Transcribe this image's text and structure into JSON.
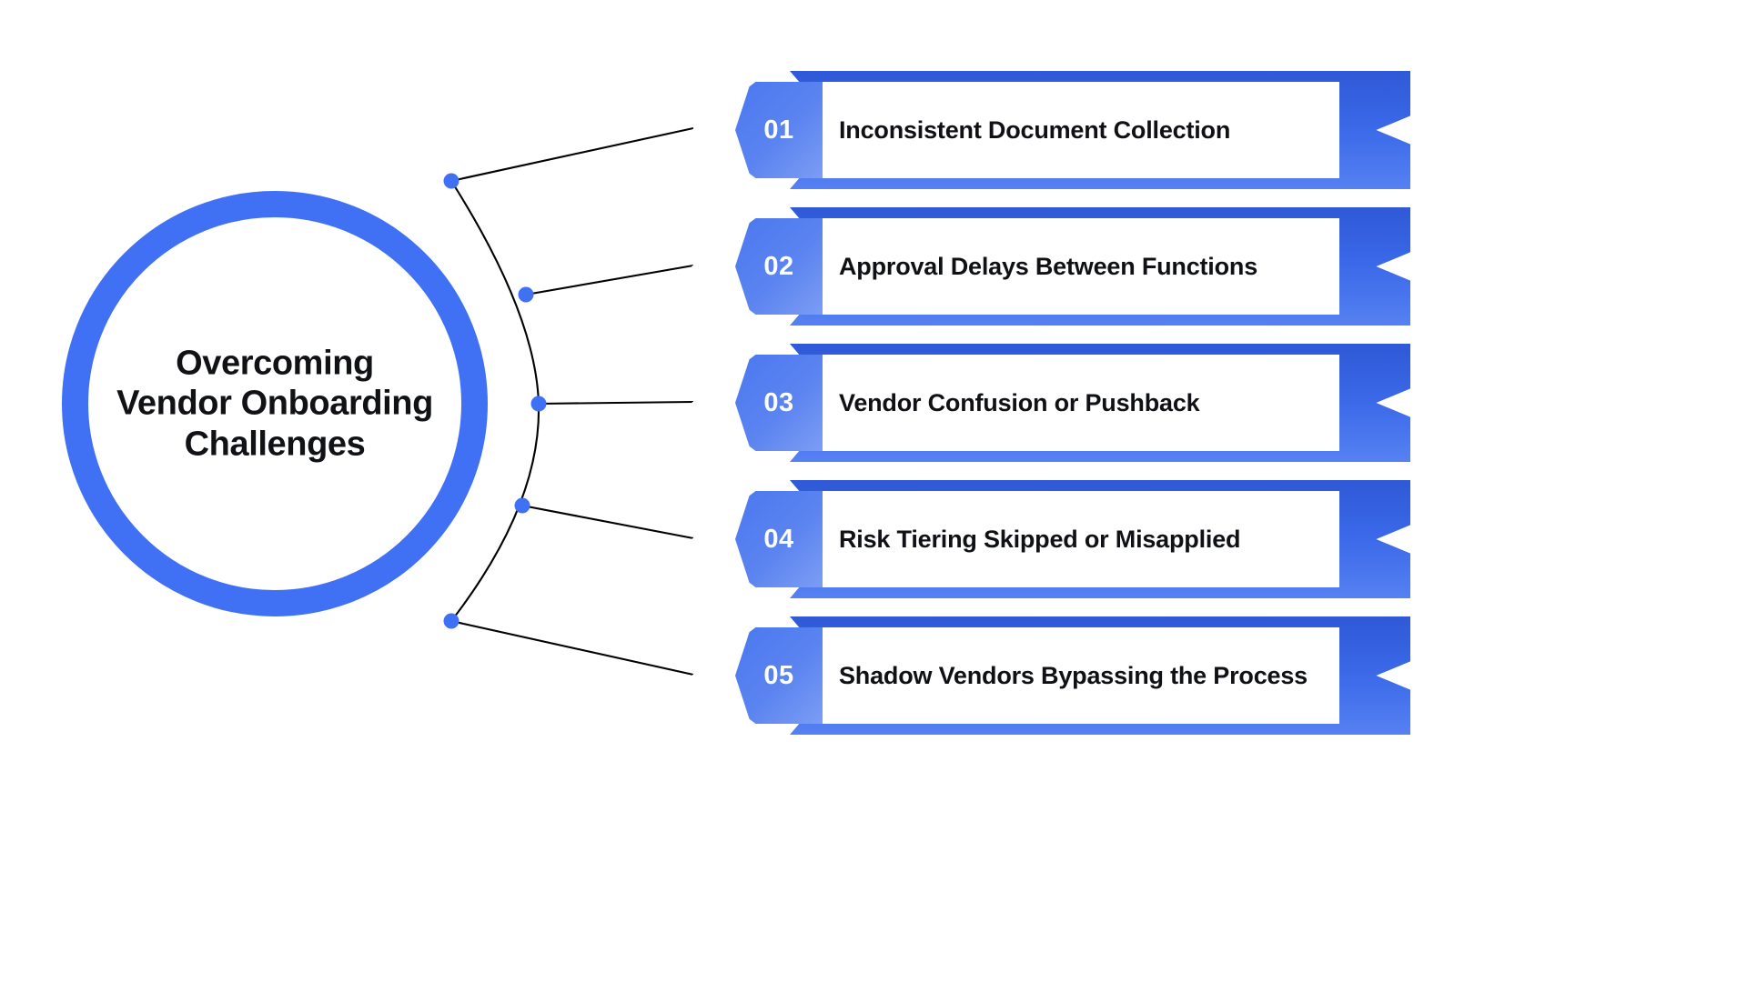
{
  "theme": {
    "background": "#ffffff",
    "brand_blue": "#4071f4",
    "ribbon_blue": "#3a68e8",
    "badge_blue": "#5b84f0",
    "text_dark": "#101114",
    "connector_line": "#000000",
    "dot_color": "#4071f4"
  },
  "center": {
    "title_lines": [
      "Overcoming",
      "Vendor Onboarding",
      "Challenges"
    ],
    "title_full": "Overcoming Vendor Onboarding Challenges"
  },
  "items": [
    {
      "number": "01",
      "label": "Inconsistent Document Collection"
    },
    {
      "number": "02",
      "label": "Approval Delays Between Functions"
    },
    {
      "number": "03",
      "label": "Vendor Confusion or Pushback"
    },
    {
      "number": "04",
      "label": "Risk Tiering Skipped or Misapplied"
    },
    {
      "number": "05",
      "label": "Shadow Vendors Bypassing the Process"
    }
  ]
}
